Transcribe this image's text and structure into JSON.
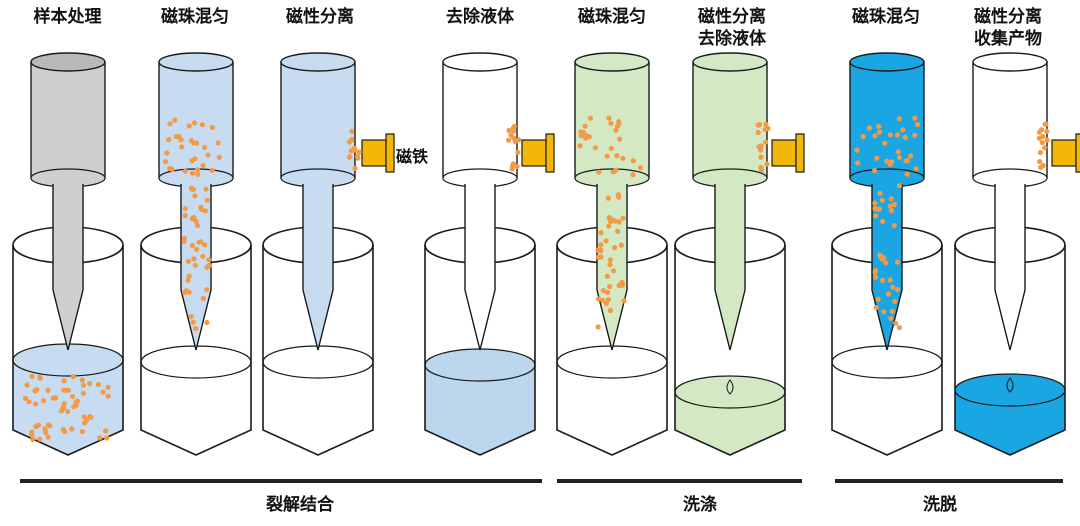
{
  "colors": {
    "tip_gray": "#cfcfcf",
    "tip_gray_dark": "#b9b9b9",
    "light_blue": "#c7dcf1",
    "pale_blue": "#bcd6ee",
    "light_green": "#d2e9c4",
    "cyan_blue": "#1aa6e3",
    "bead_orange": "#f39a46",
    "magnet_yellow": "#f2b707",
    "outline": "#1a1a1a"
  },
  "steps": [
    {
      "label": [
        "样本处理"
      ]
    },
    {
      "label": [
        "磁珠混匀"
      ]
    },
    {
      "label": [
        "磁性分离"
      ]
    },
    {
      "label": [
        "去除液体"
      ]
    },
    {
      "label": [
        "磁珠混匀"
      ]
    },
    {
      "label": [
        "磁性分离",
        "去除液体"
      ]
    },
    {
      "label": [
        "磁珠混匀"
      ]
    },
    {
      "label": [
        "磁性分离",
        "收集产物"
      ]
    }
  ],
  "magnet_label": "磁铁",
  "sections": [
    {
      "label": "裂解结合"
    },
    {
      "label": "洗涤"
    },
    {
      "label": "洗脱"
    }
  ]
}
